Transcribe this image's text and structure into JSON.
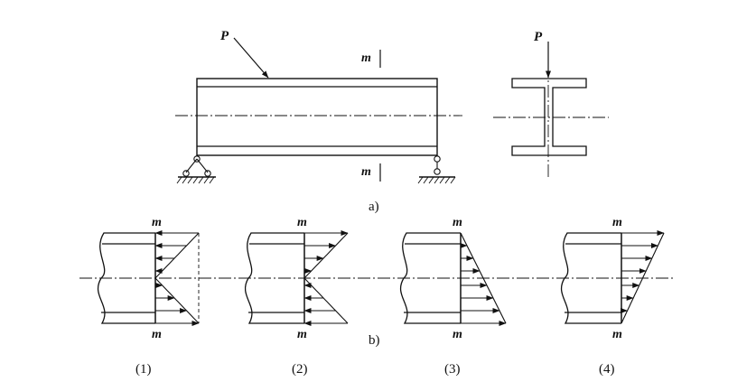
{
  "part_a": {
    "load_label": "P",
    "section_mark_label": "m",
    "section_load_label": "P",
    "caption": "a)"
  },
  "part_b": {
    "caption": "b)",
    "cases": [
      {
        "number": "(1)",
        "mark": "m"
      },
      {
        "number": "(2)",
        "mark": "m"
      },
      {
        "number": "(3)",
        "mark": "m"
      },
      {
        "number": "(4)",
        "mark": "m"
      }
    ]
  }
}
